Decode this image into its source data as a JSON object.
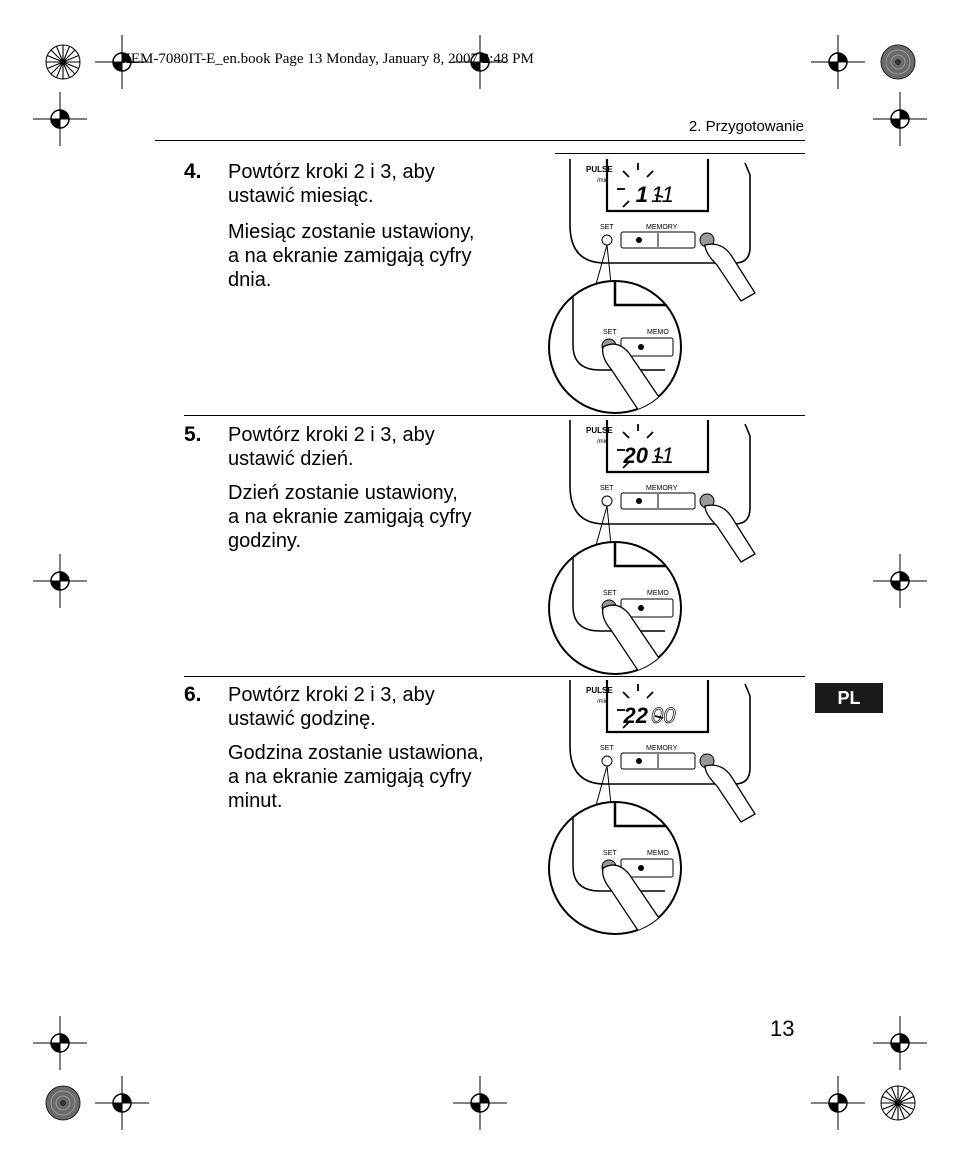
{
  "print_header": "HEM-7080IT-E_en.book  Page 13  Monday, January 8, 2007  2:48 PM",
  "section_title": "2. Przygotowanie",
  "language_tab": "PL",
  "page_number": "13",
  "device_labels": {
    "pulse": "PULSE",
    "per_min": "/min",
    "set": "SET",
    "memory": "MEMORY",
    "memory_cut": "MEMO"
  },
  "steps": [
    {
      "number": "4.",
      "instruction": "Powtórz kroki 2 i 3, aby\nustawić miesiąc.",
      "result": "Miesiąc zostanie ustawiony,\na na ekranie zamigają cyfry\ndnia.",
      "display_left": "1",
      "display_right": "11"
    },
    {
      "number": "5.",
      "instruction": "Powtórz kroki 2 i 3, aby\nustawić dzień.",
      "result": "Dzień zostanie ustawiony,\na na ekranie zamigają cyfry\ngodziny.",
      "display_left": "20",
      "display_right": "11"
    },
    {
      "number": "6.",
      "instruction": "Powtórz kroki 2 i 3, aby\nustawić godzinę.",
      "result": "Godzina zostanie ustawiona,\na na ekranie zamigają cyfry\nminut.",
      "display_left": "22",
      "display_right": "00"
    }
  ]
}
